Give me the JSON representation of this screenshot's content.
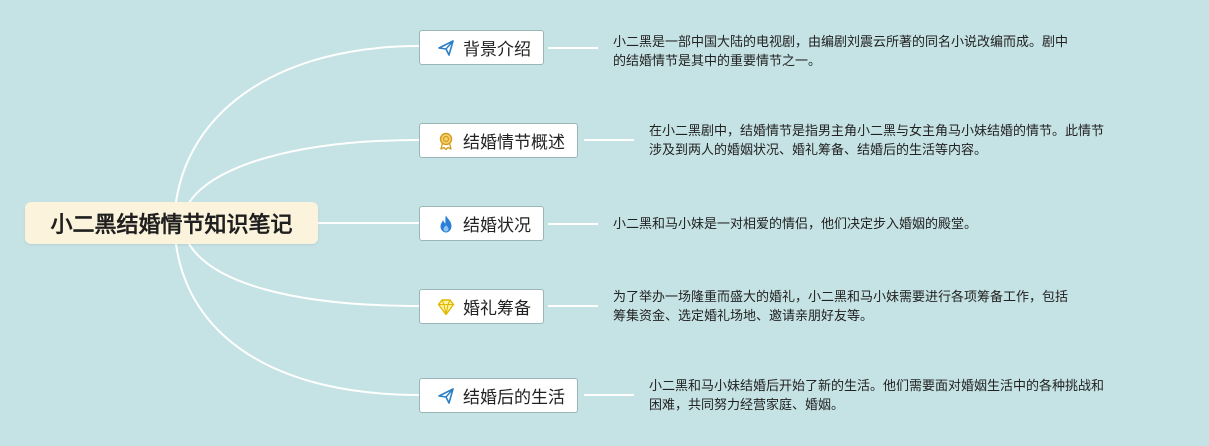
{
  "root": {
    "title": "小二黑结婚情节知识笔记"
  },
  "branches": [
    {
      "label": "背景介绍",
      "icon": "paper-plane-icon",
      "desc": [
        "小二黑是一部中国大陆的电视剧，由编剧刘震云所著的同名小说改编而成。剧中",
        "的结婚情节是其中的重要情节之一。"
      ]
    },
    {
      "label": "结婚情节概述",
      "icon": "award-ribbon-icon",
      "desc": [
        "在小二黑剧中，结婚情节是指男主角小二黑与女主角马小妹结婚的情节。此情节",
        "涉及到两人的婚姻状况、婚礼筹备、结婚后的生活等内容。"
      ]
    },
    {
      "label": "结婚状况",
      "icon": "flame-icon",
      "desc": [
        "小二黑和马小妹是一对相爱的情侣，他们决定步入婚姻的殿堂。"
      ]
    },
    {
      "label": "婚礼筹备",
      "icon": "diamond-icon",
      "desc": [
        "为了举办一场隆重而盛大的婚礼，小二黑和马小妹需要进行各项筹备工作，包括",
        "筹集资金、选定婚礼场地、邀请亲朋好友等。"
      ]
    },
    {
      "label": "结婚后的生活",
      "icon": "paper-plane-icon",
      "desc": [
        "小二黑和马小妹结婚后开始了新的生活。他们需要面对婚姻生活中的各种挑战和",
        "困难，共同努力经营家庭、婚姻。"
      ]
    }
  ]
}
